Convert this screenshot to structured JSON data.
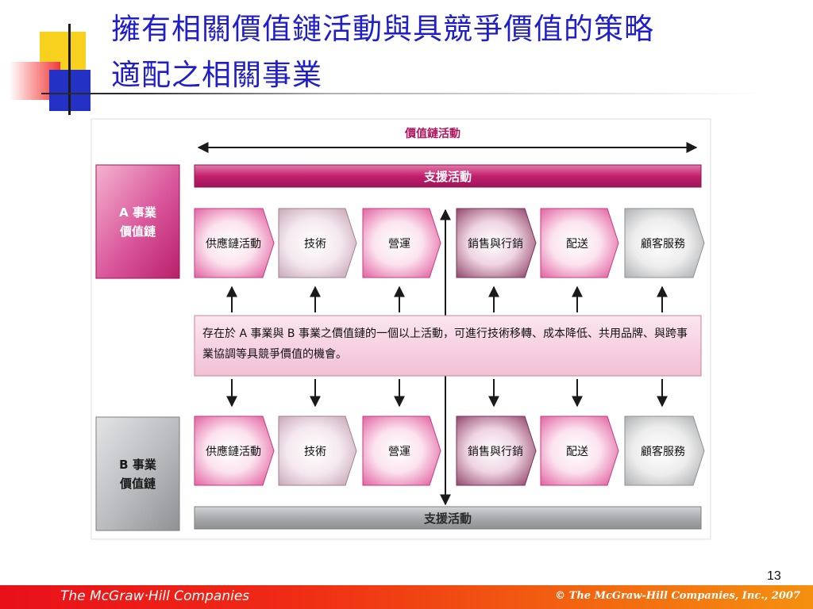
{
  "title": {
    "line1": "擁有相關價值鏈活動與具競爭價值的策略",
    "line2": "適配之相關事業"
  },
  "diagram": {
    "top_label": "價值鏈活動",
    "support_label_top": "支援活動",
    "support_label_bottom": "支援活動",
    "business_a": {
      "line1": "A 事業",
      "line2": "價值鏈"
    },
    "business_b": {
      "line1": "B 事業",
      "line2": "價值鏈"
    },
    "activities_a": [
      "供應鏈活動",
      "技術",
      "營運",
      "銷售與行銷",
      "配送",
      "顧客服務"
    ],
    "activities_b": [
      "供應鏈活動",
      "技術",
      "營運",
      "銷售與行銷",
      "配送",
      "顧客服務"
    ],
    "middle_text": "存在於 A 事業與 B 事業之價值鏈的一個以上活動，可進行技術移轉、成本降低、共用品牌、與跨事業協調等具競爭價值的機會。"
  },
  "footer": {
    "logo": "The McGraw·Hill Companies",
    "copyright": "© The McGraw-Hill Companies, Inc., 2007",
    "page_number": "13"
  },
  "colors": {
    "title": "#1f1ec8",
    "pink_dark": "#c2206e",
    "pink_light": "#f6cfe0",
    "mauve": "#8c3d64",
    "gray": "#a9abae",
    "footer_red": "#e8101a",
    "footer_orange": "#f49010"
  }
}
